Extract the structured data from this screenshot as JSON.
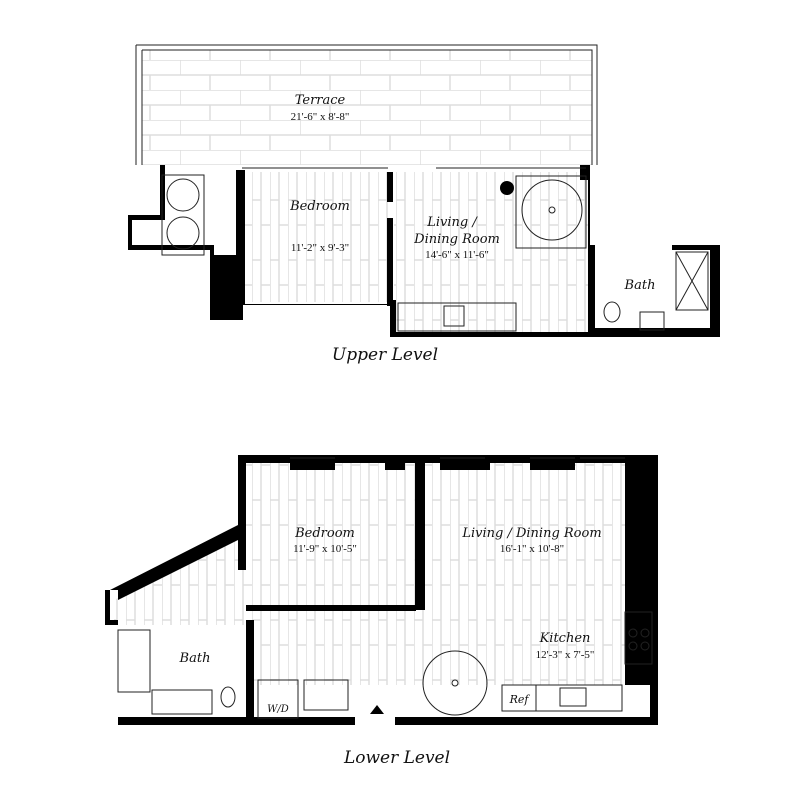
{
  "upper_level": {
    "title": "Upper Level",
    "rooms": [
      {
        "name": "Terrace",
        "dimensions": "21'-6\" x 8'-8\""
      },
      {
        "name": "Bedroom",
        "dimensions": "11'-2\" x 9'-3\""
      },
      {
        "name": "Living /",
        "name2": "Dining Room",
        "dimensions": "14'-6\" x 11'-6\""
      },
      {
        "name": "Bath"
      }
    ]
  },
  "lower_level": {
    "title": "Lower Level",
    "rooms": [
      {
        "name": "Bedroom",
        "dimensions": "11'-9\" x 10'-5\""
      },
      {
        "name": "Living / Dining Room",
        "dimensions": "16'-1\" x 10'-8\""
      },
      {
        "name": "Kitchen",
        "dimensions": "12'-3\" x 7'-5\""
      },
      {
        "name": "Bath"
      }
    ],
    "appliances": {
      "washer_dryer": "W/D",
      "refrigerator": "Ref"
    }
  }
}
